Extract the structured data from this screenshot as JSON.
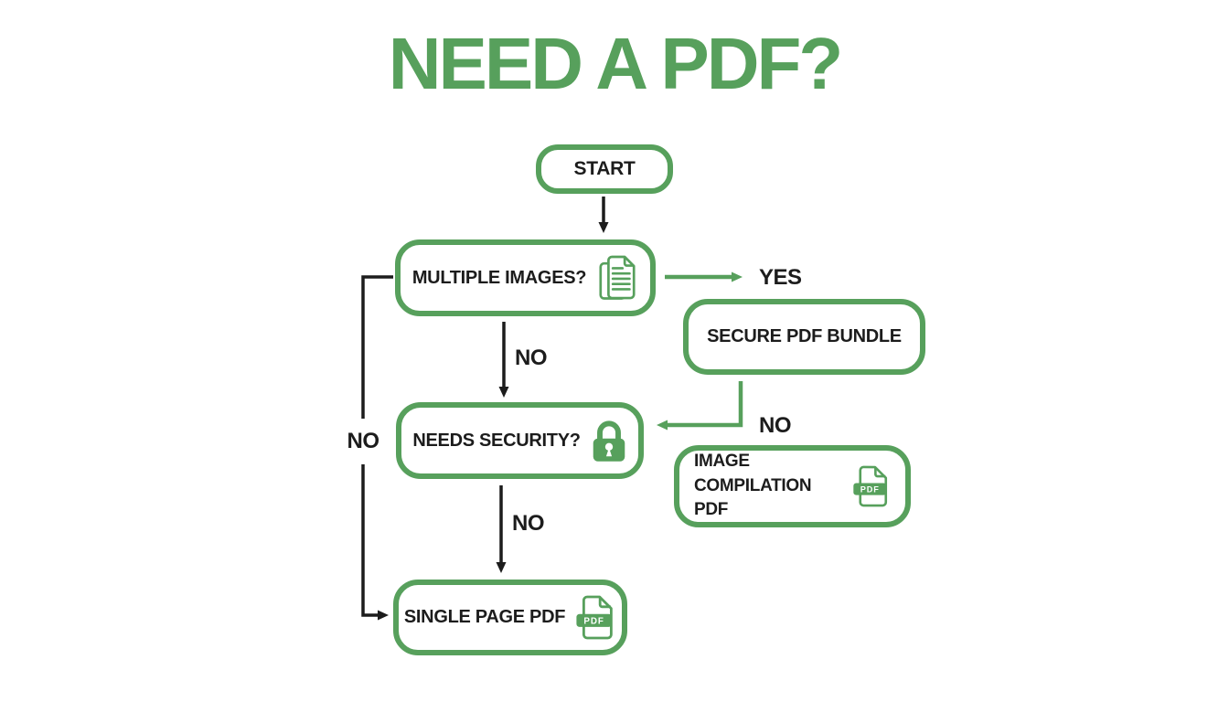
{
  "title": "NEED A PDF?",
  "colors": {
    "green": "#57a05c",
    "ink": "#1c1c1c",
    "bg": "#ffffff"
  },
  "nodes": {
    "start": {
      "label": "START"
    },
    "multiple_images": {
      "label": "MULTIPLE IMAGES?",
      "icon": "documents-icon"
    },
    "secure_pdf_bundle": {
      "label": "SECURE PDF BUNDLE"
    },
    "needs_security": {
      "label": "NEEDS SECURITY?",
      "icon": "lock-icon"
    },
    "image_compilation_pdf": {
      "label": "IMAGE COMPILATION PDF",
      "icon": "pdf-file-icon",
      "icon_text": "PDF"
    },
    "single_page_pdf": {
      "label": "SINGLE PAGE PDF",
      "icon": "pdf-file-icon",
      "icon_text": "PDF"
    }
  },
  "edges": {
    "start_to_multiple": {
      "label": "",
      "color": "black"
    },
    "multiple_to_yes": {
      "label": "YES",
      "color": "green"
    },
    "multiple_to_needs": {
      "label": "NO",
      "color": "black"
    },
    "secure_to_needs": {
      "label": "NO",
      "color": "green"
    },
    "needs_to_single": {
      "label": "NO",
      "color": "black"
    },
    "multiple_to_single": {
      "label": "NO",
      "color": "black"
    }
  }
}
